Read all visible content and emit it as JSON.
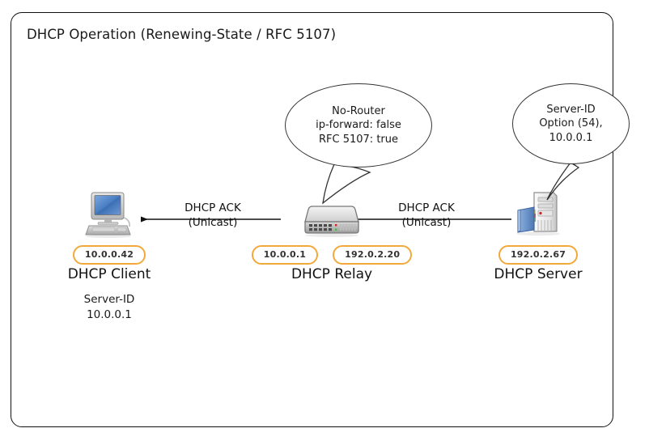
{
  "diagram": {
    "title": "DHCP Operation (Renewing-State / RFC 5107)",
    "accent_color": "#f2a93b",
    "border_color": "#111111",
    "background": "#ffffff"
  },
  "bubbles": [
    {
      "id": "relay-bubble",
      "lines": [
        "No-Router",
        "ip-forward: false",
        "RFC 5107: true"
      ]
    },
    {
      "id": "server-bubble",
      "lines": [
        "Server-ID",
        "Option (54),",
        "10.0.0.1"
      ]
    }
  ],
  "nodes": [
    {
      "id": "client",
      "icon": "desktop-pc-icon",
      "title": "DHCP Client",
      "badges": [
        "10.0.0.42"
      ],
      "sublines": [
        "Server-ID",
        "10.0.0.1"
      ]
    },
    {
      "id": "relay",
      "icon": "network-switch-icon",
      "title": "DHCP Relay",
      "badges": [
        "10.0.0.1",
        "192.0.2.20"
      ],
      "sublines": []
    },
    {
      "id": "server",
      "icon": "server-tower-icon",
      "title": "DHCP Server",
      "badges": [
        "192.0.2.67"
      ],
      "sublines": []
    }
  ],
  "links": [
    {
      "id": "relay-to-client",
      "lines": [
        "DHCP ACK",
        "(Unicast)"
      ],
      "direction": "left"
    },
    {
      "id": "server-to-relay",
      "lines": [
        "DHCP ACK",
        "(Unicast)"
      ],
      "direction": "left"
    }
  ]
}
